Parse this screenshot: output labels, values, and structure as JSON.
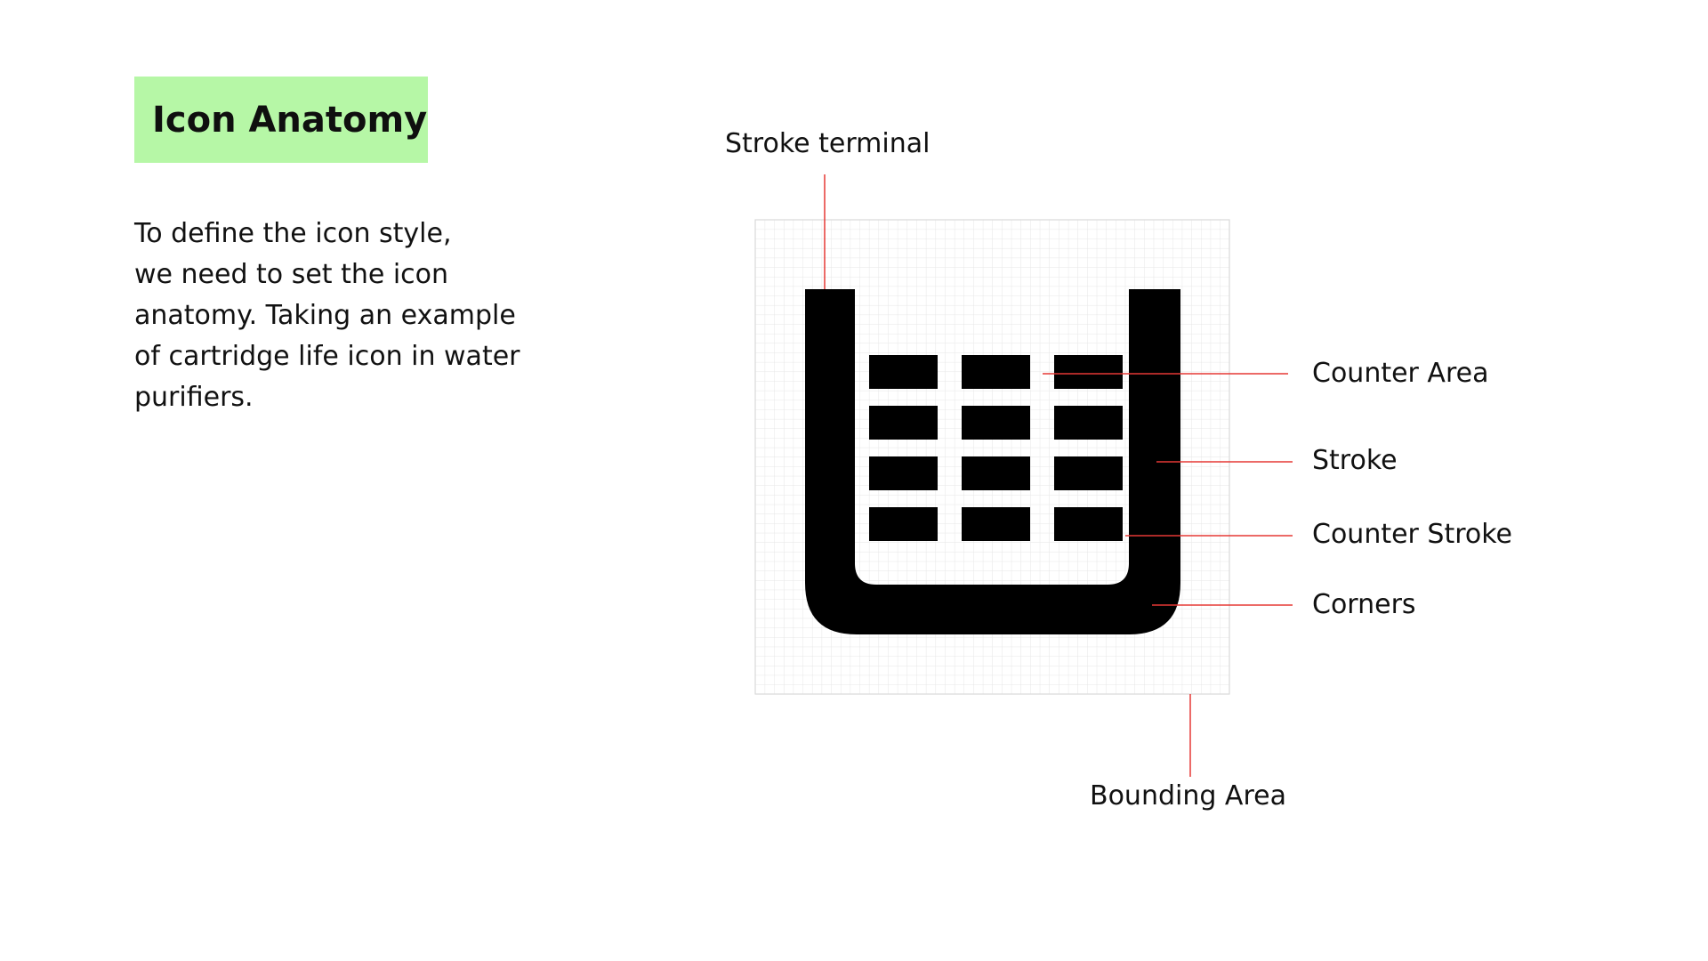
{
  "title": "Icon Anatomy",
  "description_lines": [
    "To define the icon style,",
    "we need to set the icon",
    "anatomy. Taking an example",
    "of cartridge life icon in water",
    "purifiers."
  ],
  "callouts": {
    "stroke_terminal": "Stroke terminal",
    "counter_area": "Counter Area",
    "stroke": "Stroke",
    "counter_stroke": "Counter Stroke",
    "corners": "Corners",
    "bounding_area": "Bounding Area"
  },
  "colors": {
    "title_highlight": "#b6f7a6",
    "leader_line": "#e53935",
    "icon_fill": "#000000",
    "grid_line": "#e6e6e6",
    "grid_border": "#d9d9d9"
  },
  "icon": {
    "name": "cartridge-life-icon",
    "counter_rows": 4,
    "counter_columns": 3
  }
}
